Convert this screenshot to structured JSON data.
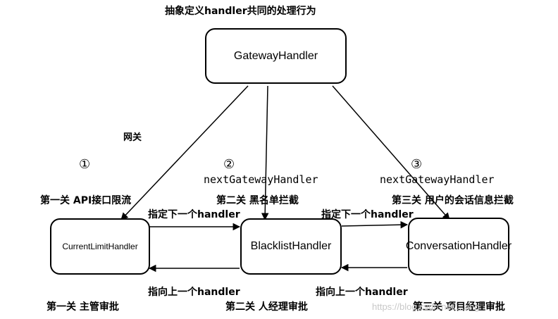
{
  "title": "抽象定义handler共同的处理行为",
  "root_node": "GatewayHandler",
  "gateway_label": "网关",
  "markers": [
    "①",
    "②",
    "③"
  ],
  "next_field": "nextGatewayHandler",
  "stages": [
    {
      "node": "CurrentLimitHandler",
      "top_label": "第一关 API接口限流",
      "bottom_label": "第一关 主管审批"
    },
    {
      "node": "BlacklistHandler",
      "top_label": "第二关 黑名单拦截",
      "bottom_label": "第二关 人经理审批"
    },
    {
      "node": "ConversationHandler",
      "top_label": "第三关 用户的会话信息拦截",
      "bottom_label": "第三关 项目经理审批"
    }
  ],
  "forward_link": "指定下一个handler",
  "backward_link": "指向上一个handler",
  "watermark": "https://blog.csdn.net/...ang"
}
